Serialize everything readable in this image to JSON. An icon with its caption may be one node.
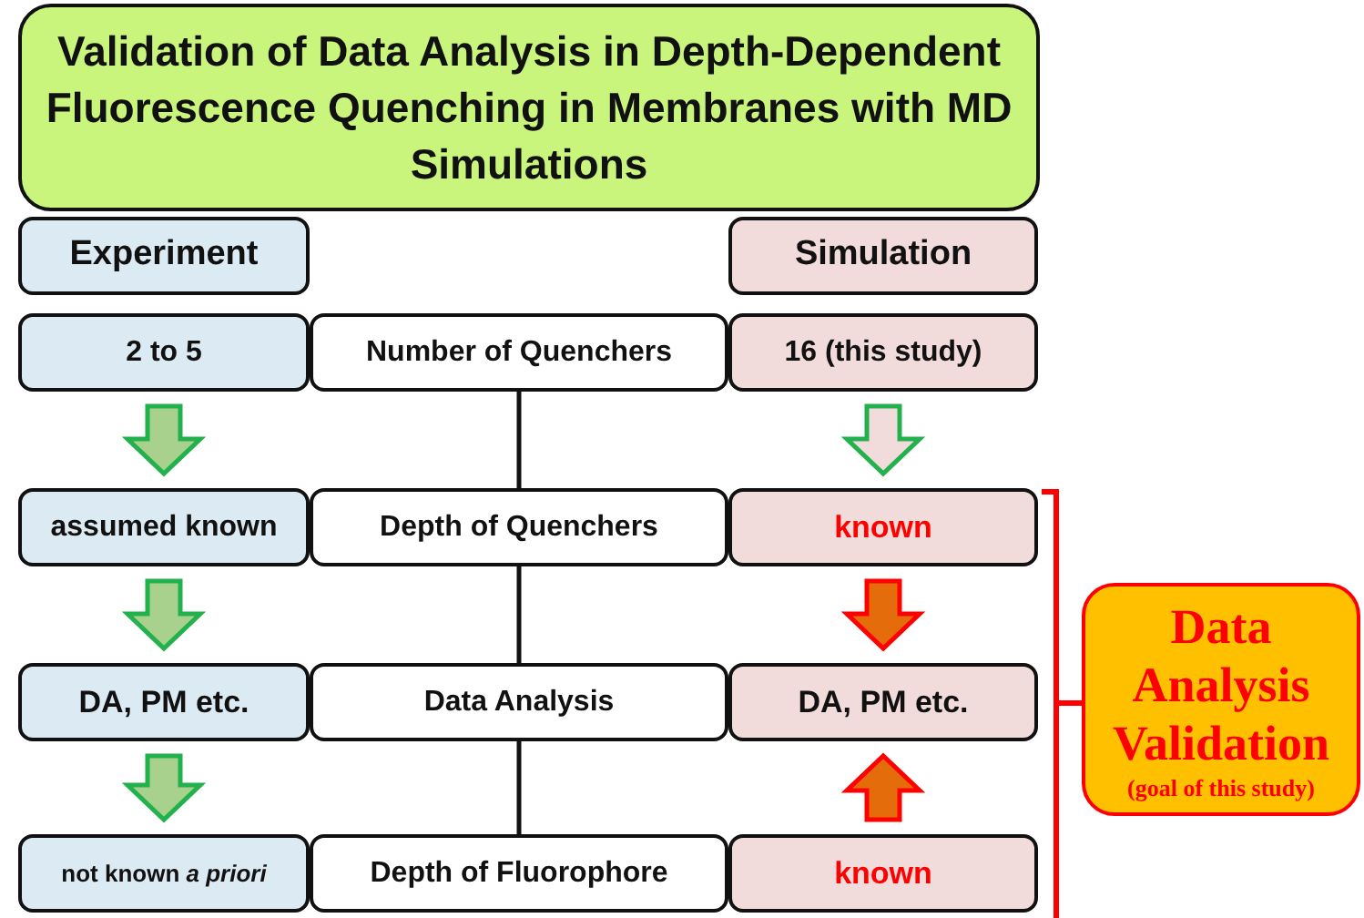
{
  "diagram": {
    "nodes": [
      {
        "text": [
          "Validation of Data Analysis in Depth-Dependent Fluorescence Quenching in Membranes with MD Simulations"
        ]
      },
      {
        "text": [
          "Experiment"
        ]
      },
      {
        "text": [
          "Simulation"
        ]
      },
      {
        "text": [
          "2 to 5"
        ]
      },
      {
        "text": [
          "Number of Quenchers"
        ]
      },
      {
        "text": [
          "16 (this study)"
        ]
      },
      {
        "text": [
          "assumed known"
        ]
      },
      {
        "text": [
          "Depth of Quenchers"
        ]
      },
      {
        "text": [
          "known"
        ]
      },
      {
        "text": [
          "DA, PM etc."
        ]
      },
      {
        "text": [
          "Data Analysis"
        ]
      },
      {
        "text": [
          "DA, PM etc."
        ]
      },
      {
        "text": [
          "not known *a priori*"
        ]
      },
      {
        "text": [
          "Depth of Fluorophore"
        ]
      },
      {
        "text": [
          "known"
        ]
      },
      {
        "text": [
          "Data Analysis Validation",
          "(goal of this study)"
        ]
      }
    ],
    "edges": [
      {
        "from": 3,
        "to": 6,
        "arrow": "to",
        "style": "thick"
      },
      {
        "from": 6,
        "to": 9,
        "arrow": "to",
        "style": "thick"
      },
      {
        "from": 9,
        "to": 12,
        "arrow": "to",
        "style": "thick"
      },
      {
        "from": 5,
        "to": 8,
        "arrow": "to",
        "style": "thick"
      },
      {
        "from": 8,
        "to": 11,
        "arrow": "to",
        "style": "thick",
        "color": "#ff0000"
      },
      {
        "from": 14,
        "to": 11,
        "arrow": "to",
        "style": "thick",
        "color": "#ff0000"
      },
      {
        "from": 4,
        "to": 7,
        "arrow": "none"
      },
      {
        "from": 7,
        "to": 10,
        "arrow": "none"
      },
      {
        "from": 10,
        "to": 13,
        "arrow": "none"
      }
    ]
  }
}
